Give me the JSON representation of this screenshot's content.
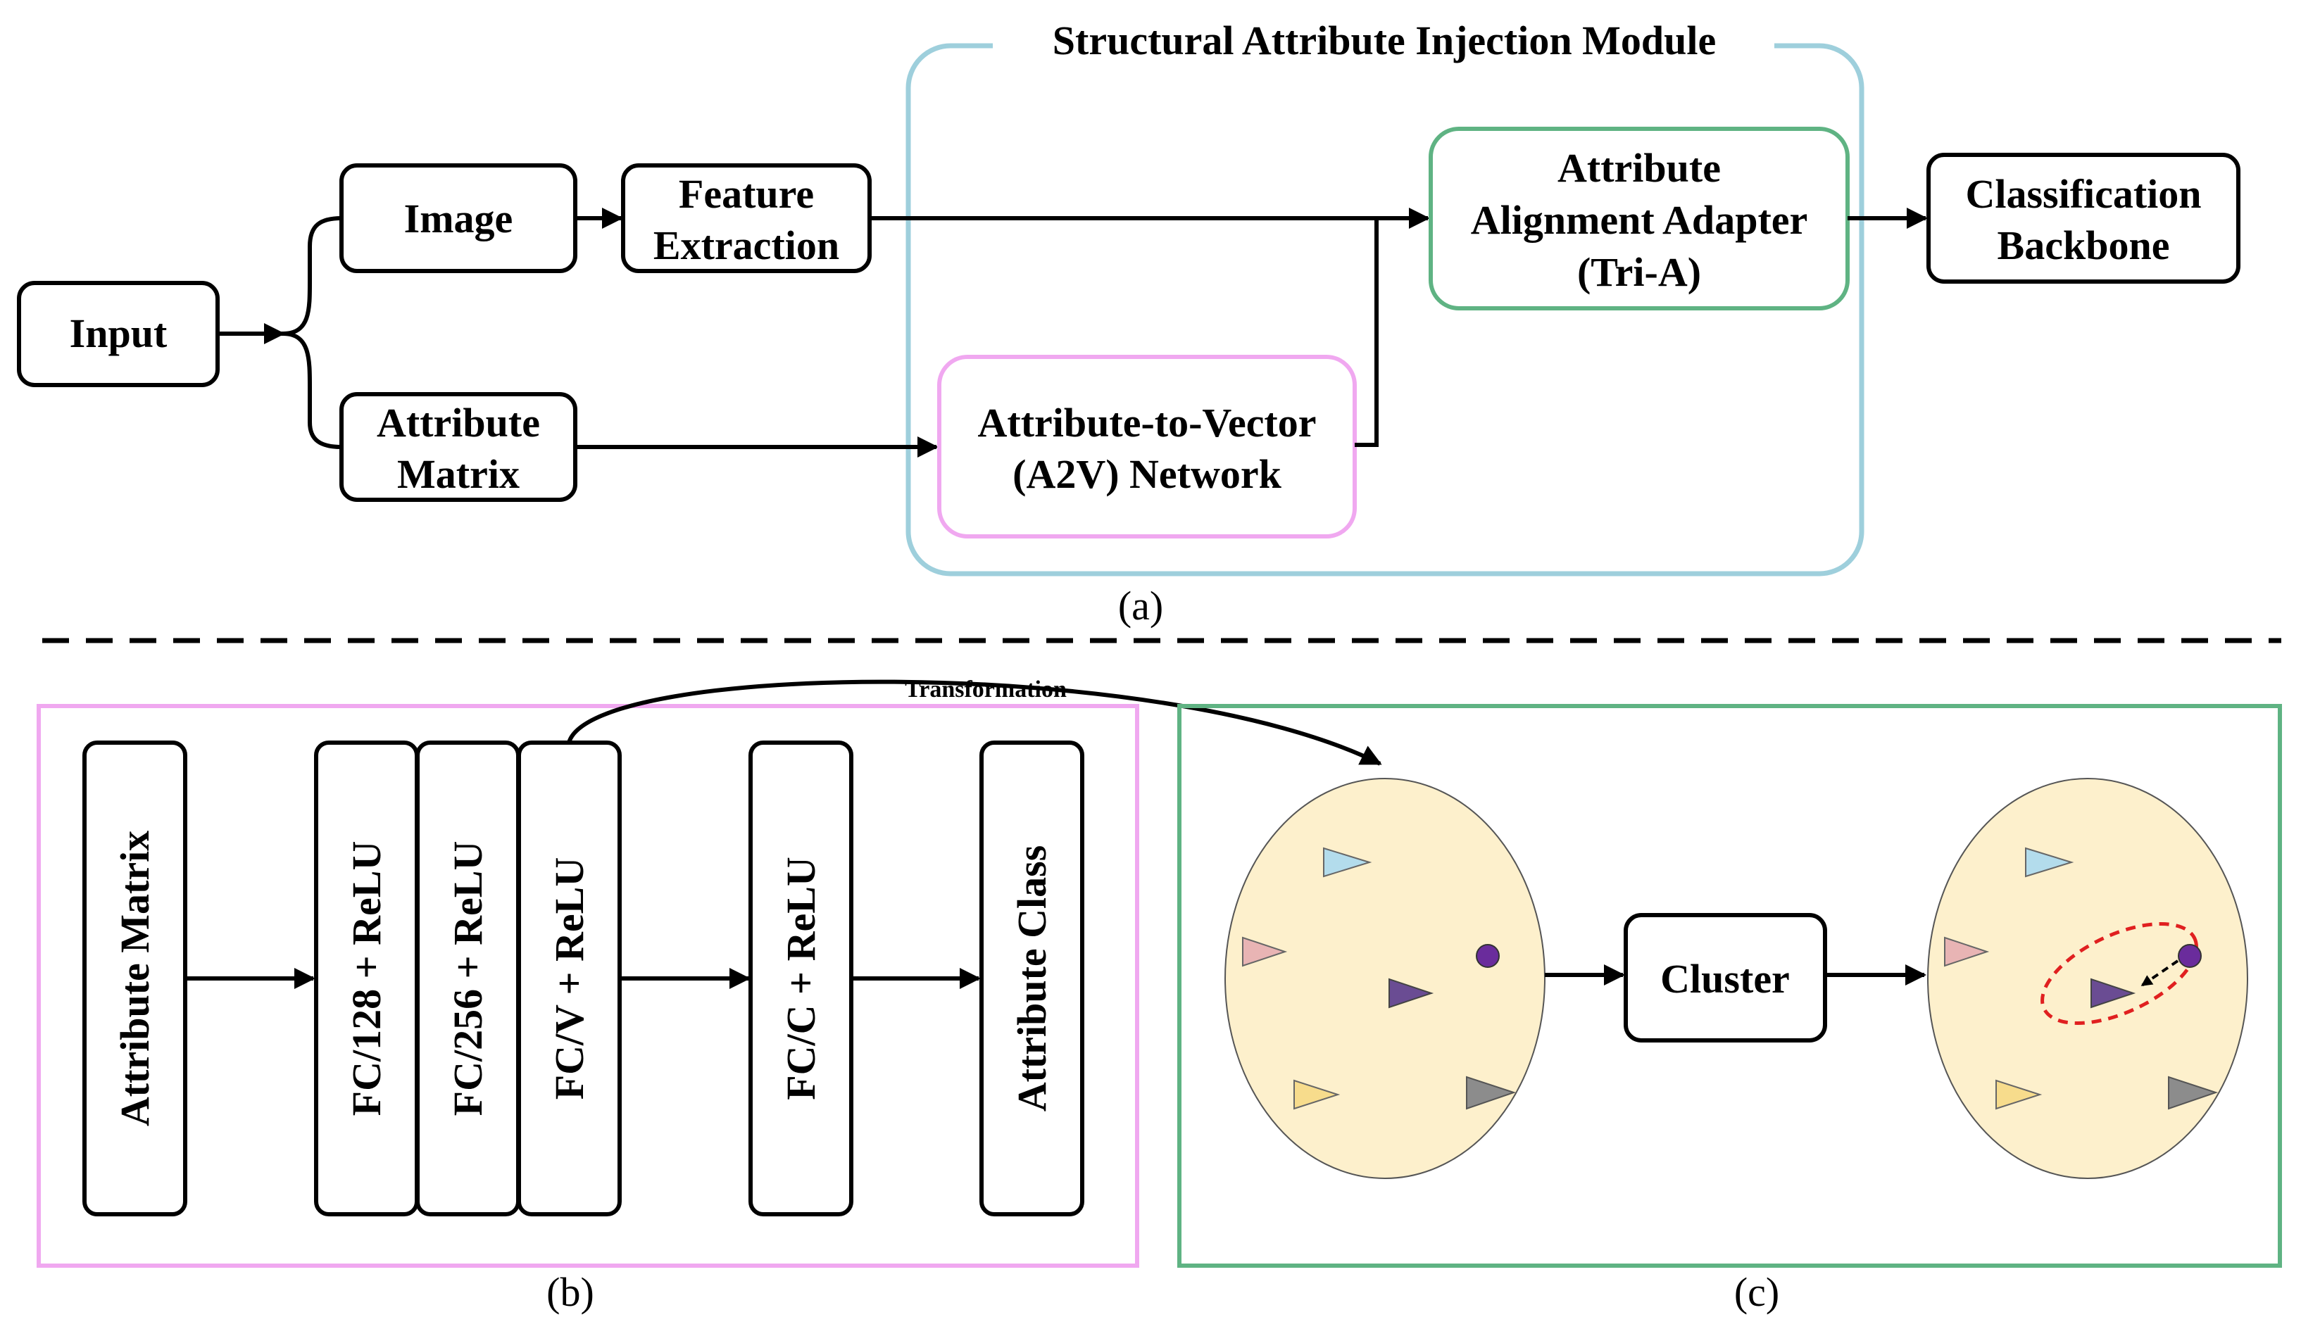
{
  "panel_a": {
    "caption": "(a)",
    "input": "Input",
    "image": "Image",
    "feature_extraction": [
      "Feature",
      "Extraction"
    ],
    "attribute_matrix": [
      "Attribute",
      "Matrix"
    ],
    "module_title": "Structural Attribute Injection Module",
    "a2v": [
      "Attribute-to-Vector",
      "(A2V) Network"
    ],
    "tri_a": [
      "Attribute",
      "Alignment Adapter",
      "(Tri-A)"
    ],
    "backbone": [
      "Classification",
      "Backbone"
    ]
  },
  "panel_b": {
    "caption": "(b)",
    "layers": [
      "Attribute Matrix",
      "FC/128 + ReLU",
      "FC/256 + ReLU",
      "FC/V + ReLU",
      "FC/C + ReLU",
      "Attribute Class"
    ],
    "transformation": "Transformation"
  },
  "panel_c": {
    "caption": "(c)",
    "cluster": "Cluster"
  },
  "colors": {
    "module_border": "#9ecfdc",
    "a2v_border": "#f0a8f0",
    "tri_a_border": "#5fb383",
    "panel_b_border": "#f0a8f0",
    "panel_c_border": "#5fb383",
    "ellipse_fill": "#fdf0cc",
    "triangle_blue": "#b3dcec",
    "triangle_pink": "#e8b4b4",
    "triangle_purple": "#6a4c93",
    "triangle_yellow": "#f7dc8c",
    "triangle_gray": "#8c8c8c",
    "point_purple": "#6a2c9c",
    "cluster_ring": "#e02020"
  }
}
